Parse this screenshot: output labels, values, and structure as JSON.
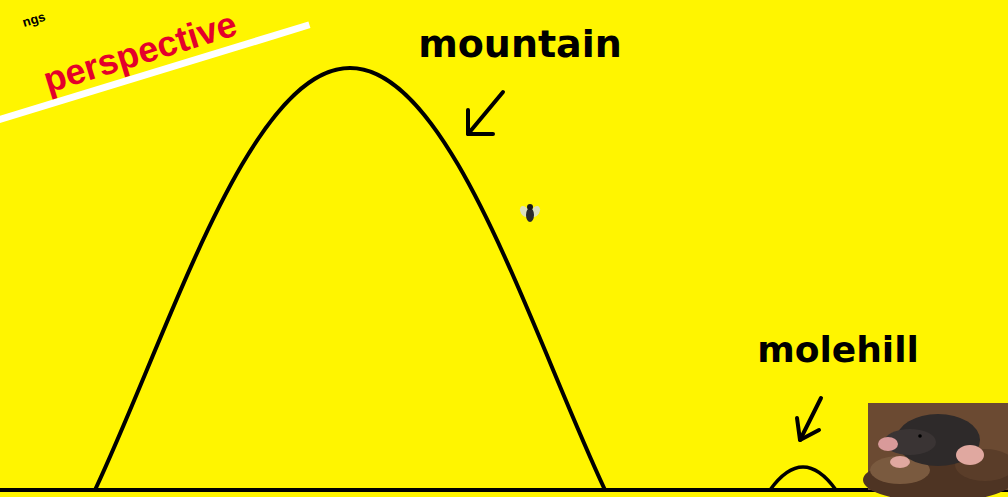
{
  "diagram": {
    "labels": [
      "ngs",
      "perspective",
      "mountain",
      "molehill"
    ]
  }
}
